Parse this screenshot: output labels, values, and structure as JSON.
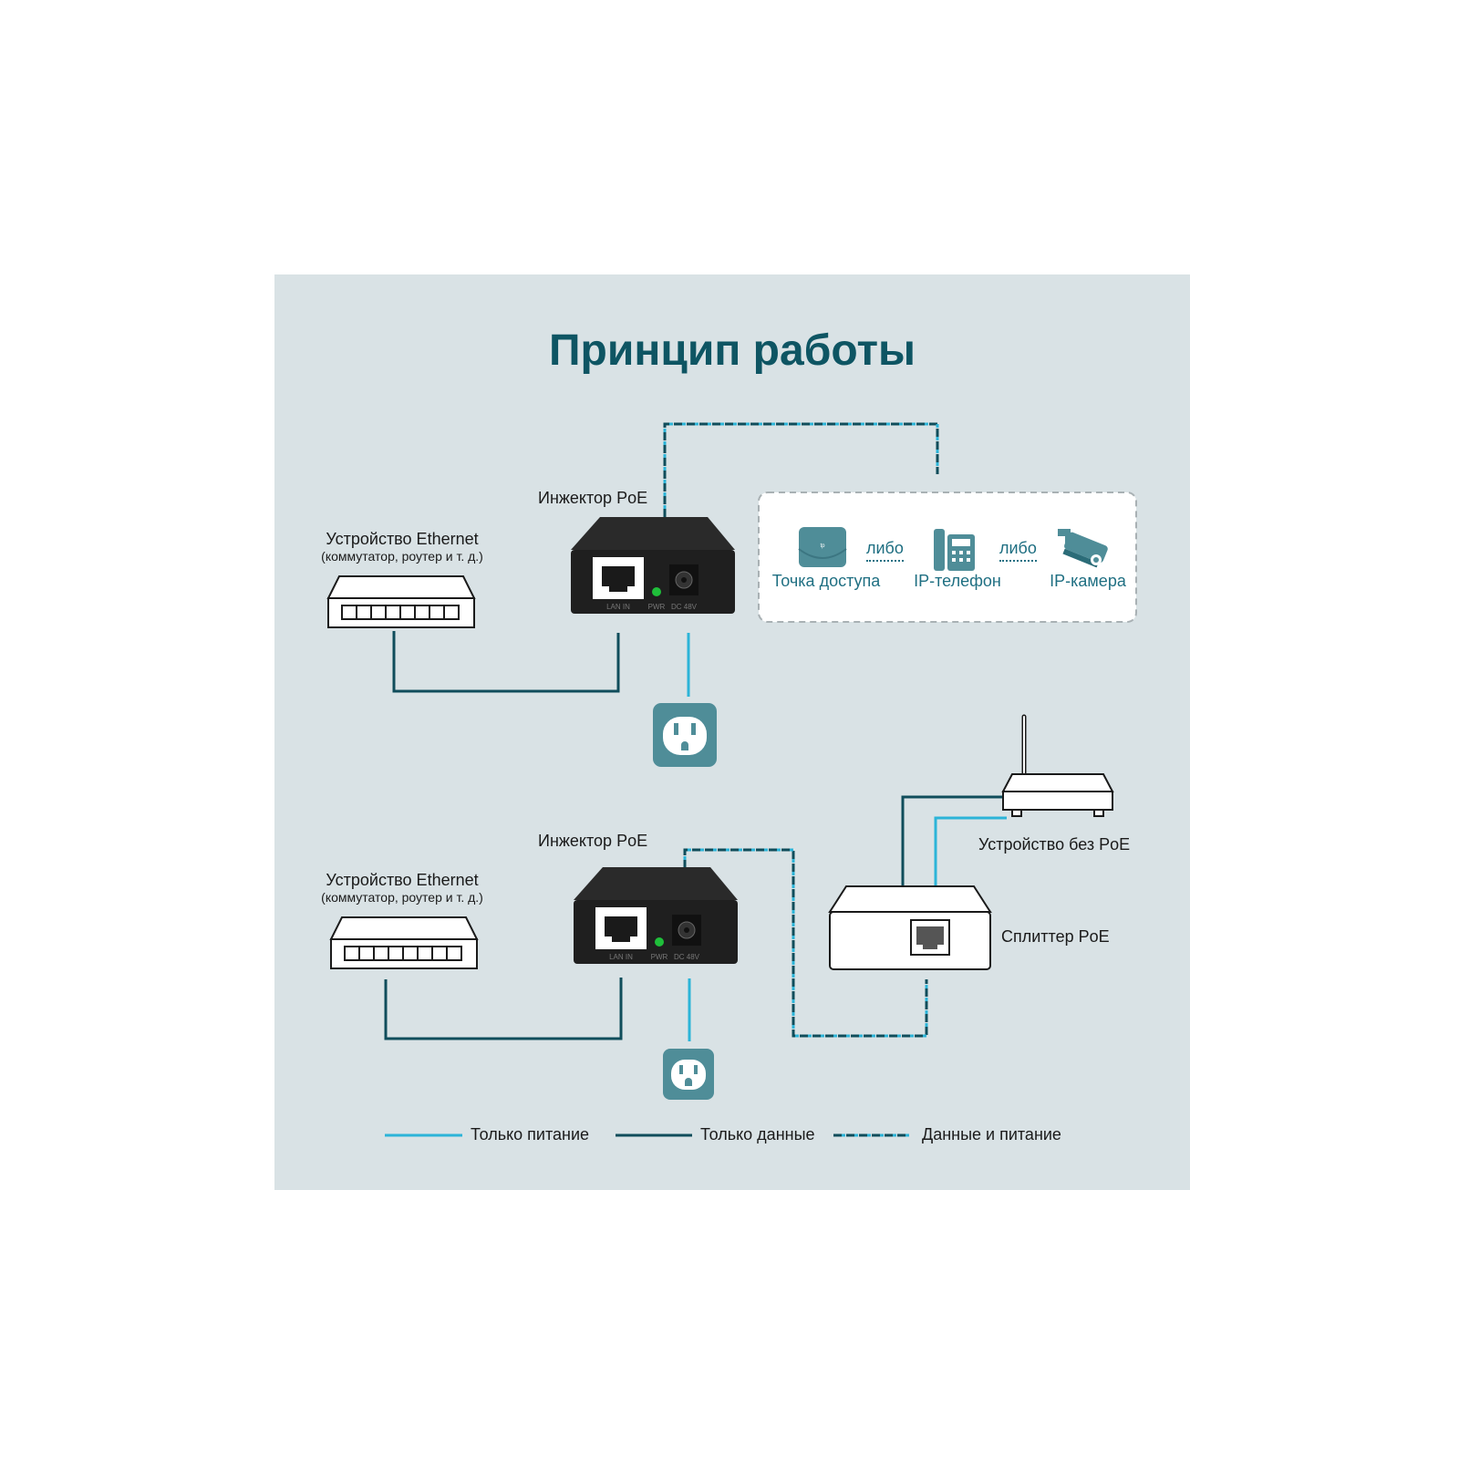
{
  "title": "Принцип работы",
  "scene1": {
    "ethernet_label": "Устройство Ethernet",
    "ethernet_sub": "(коммутатор, роутер и т. д.)",
    "injector_label": "Инжектор PoE",
    "port_labels": [
      "LAN IN",
      "PWR",
      "DC 48V"
    ],
    "devices": [
      "Точка доступа",
      "IP-телефон",
      "IP-камера"
    ],
    "either": "либо"
  },
  "scene2": {
    "ethernet_label": "Устройство Ethernet",
    "ethernet_sub": "(коммутатор, роутер и т. д.)",
    "injector_label": "Инжектор PoE",
    "port_labels": [
      "LAN IN",
      "PWR",
      "DC 48V"
    ],
    "non_poe_label": "Устройство без PoE",
    "splitter_label": "Сплиттер PoE"
  },
  "legend": {
    "power_only": "Только питание",
    "data_only": "Только данные",
    "data_and_power": "Данные и питание"
  },
  "colors": {
    "background": "#d9e2e5",
    "title": "#0e5563",
    "power_line": "#2cb4d8",
    "data_line": "#104d5b",
    "device_teal": "#4f8d98",
    "device_body": "#1f1f1f"
  },
  "icons": [
    "ethernet-switch-icon",
    "poe-injector-icon",
    "power-outlet-icon",
    "access-point-icon",
    "ip-phone-icon",
    "ip-camera-icon",
    "router-icon",
    "poe-splitter-icon"
  ]
}
